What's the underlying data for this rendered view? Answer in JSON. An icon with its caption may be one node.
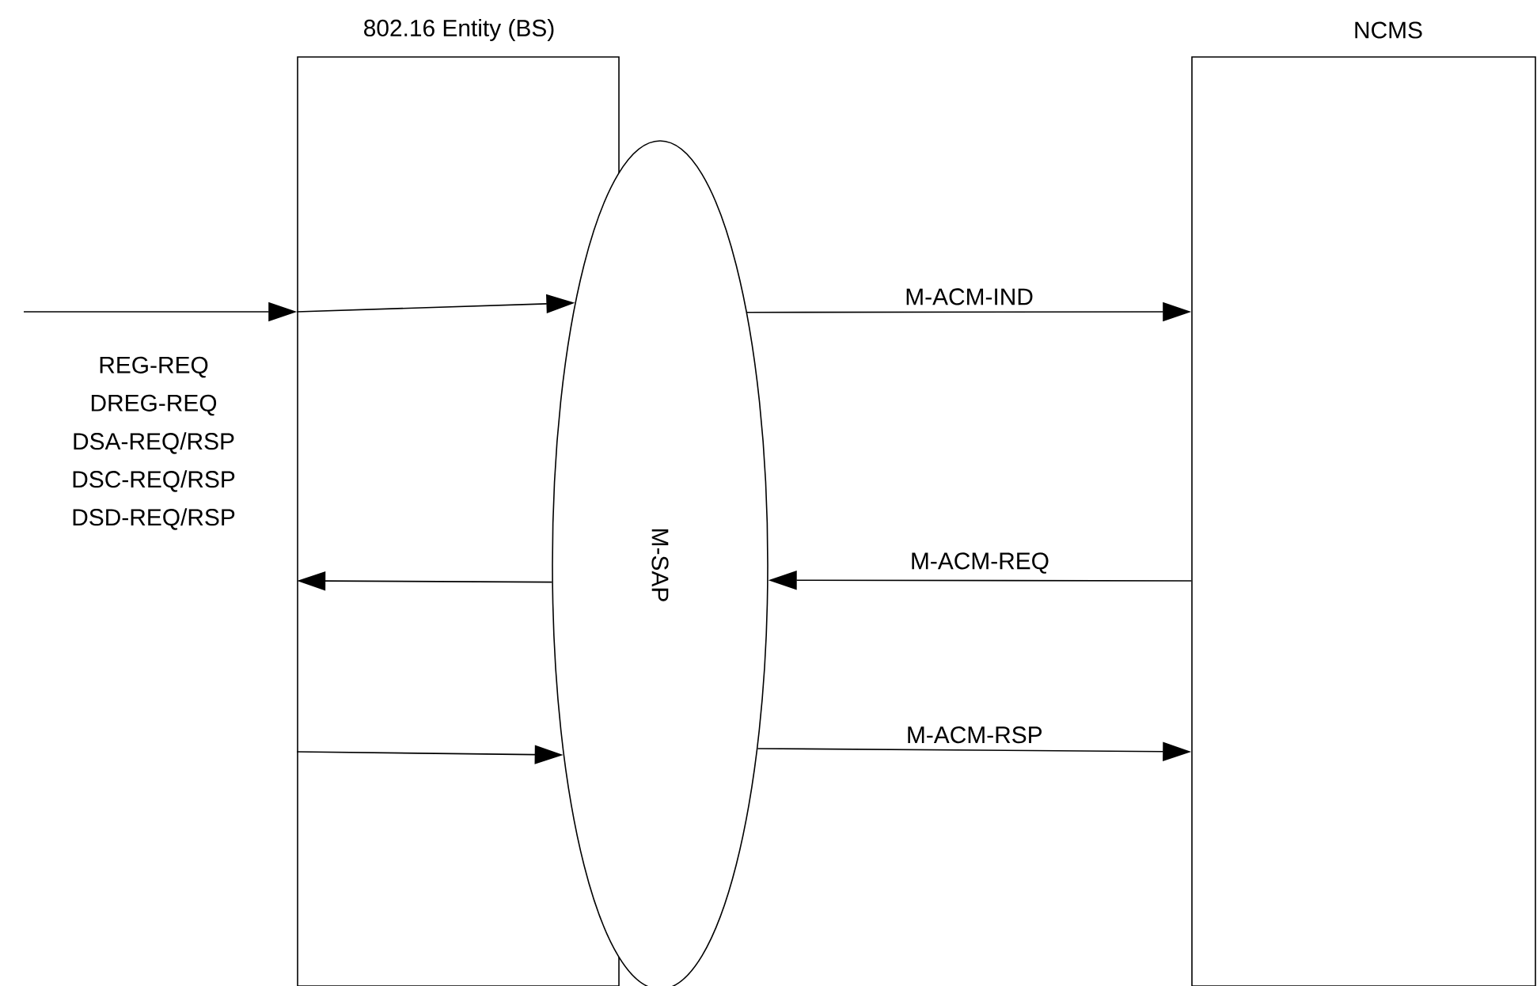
{
  "diagram": {
    "nodes": [
      {
        "text": [
          "802.16 Entity (BS)"
        ]
      },
      {
        "text": [
          "NCMS"
        ]
      },
      {
        "text": [
          "M-SAP"
        ]
      }
    ],
    "edges": [
      {
        "from": null,
        "to": 0,
        "arrow": "to"
      },
      {
        "from": 0,
        "to": 2,
        "arrow": "to"
      },
      {
        "from": 2,
        "to": 1,
        "arrow": "to",
        "label": "M-ACM-IND"
      },
      {
        "from": 1,
        "to": 2,
        "arrow": "to",
        "label": "M-ACM-REQ"
      },
      {
        "from": 2,
        "to": 0,
        "arrow": "to"
      },
      {
        "from": 0,
        "to": 2,
        "arrow": "to"
      },
      {
        "from": 2,
        "to": 1,
        "arrow": "to",
        "label": "M-ACM-RSP"
      }
    ],
    "labels": [
      "REG-REQ",
      "DREG-REQ",
      "DSA-REQ/RSP",
      "DSC-REQ/RSP",
      "DSD-REQ/RSP"
    ]
  }
}
